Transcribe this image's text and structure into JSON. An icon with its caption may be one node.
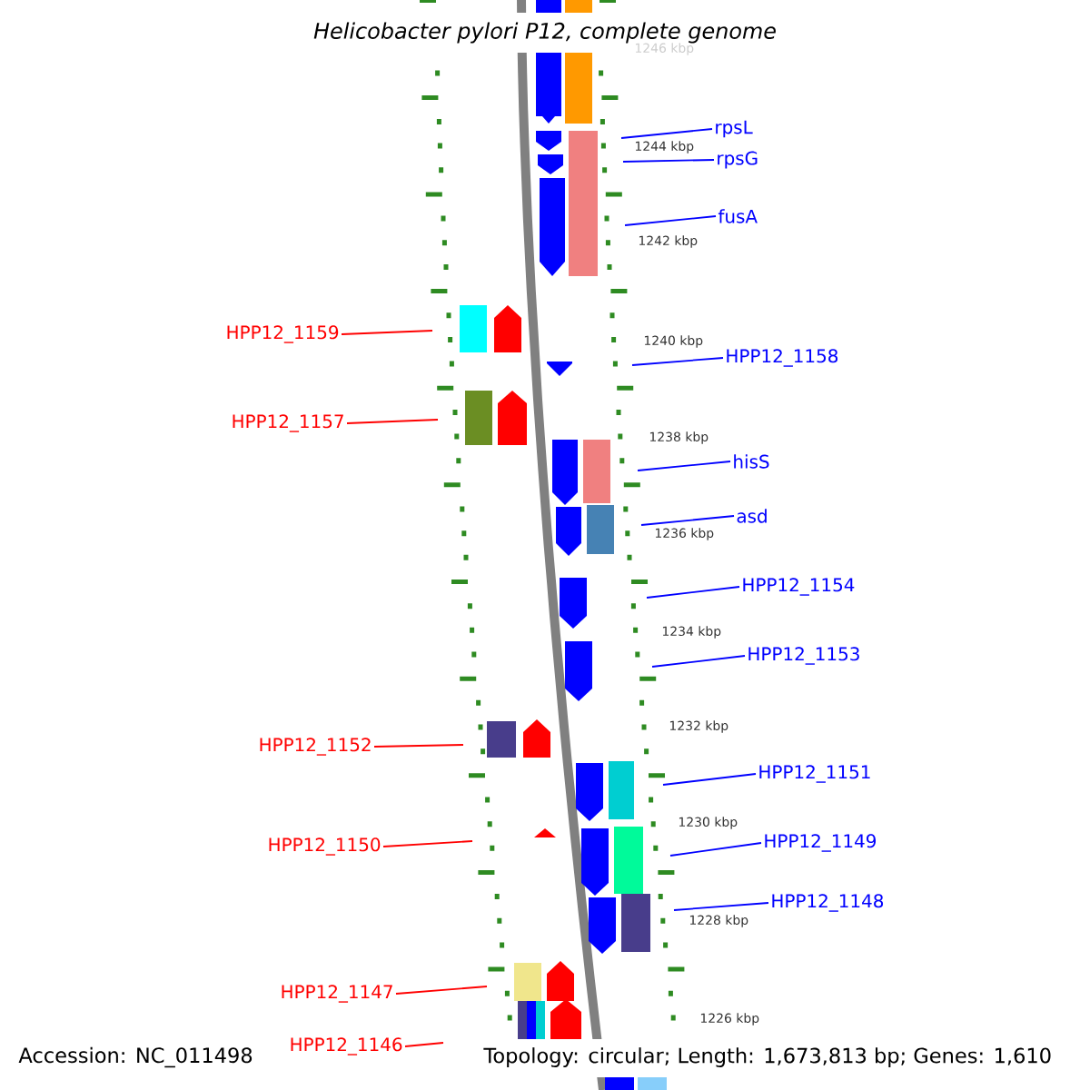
{
  "diagram": {
    "title": "Helicobacter pylori P12, complete genome",
    "nodes": [
      {
        "text": [
          "rpsL"
        ]
      },
      {
        "text": [
          "rpsG"
        ]
      },
      {
        "text": [
          "fusA"
        ]
      },
      {
        "text": [
          "HPP12_1159"
        ]
      },
      {
        "text": [
          "HPP12_1158"
        ]
      },
      {
        "text": [
          "HPP12_1157"
        ]
      },
      {
        "text": [
          "hisS"
        ]
      },
      {
        "text": [
          "asd"
        ]
      },
      {
        "text": [
          "HPP12_1154"
        ]
      },
      {
        "text": [
          "HPP12_1153"
        ]
      },
      {
        "text": [
          "HPP12_1152"
        ]
      },
      {
        "text": [
          "HPP12_1151"
        ]
      },
      {
        "text": [
          "HPP12_1150"
        ]
      },
      {
        "text": [
          "HPP12_1149"
        ]
      },
      {
        "text": [
          "HPP12_1148"
        ]
      },
      {
        "text": [
          "HPP12_1147"
        ]
      },
      {
        "text": [
          "HPP12_1146"
        ]
      }
    ],
    "edges": [
      {
        "from": 0,
        "to": null,
        "arrow": "none"
      },
      {
        "from": 1,
        "to": null,
        "arrow": "none"
      },
      {
        "from": 2,
        "to": null,
        "arrow": "none"
      },
      {
        "from": 3,
        "to": null,
        "arrow": "none",
        "color": "#ff0000"
      },
      {
        "from": 4,
        "to": null,
        "arrow": "none"
      },
      {
        "from": 5,
        "to": null,
        "arrow": "none",
        "color": "#ff0000"
      },
      {
        "from": 6,
        "to": null,
        "arrow": "none"
      },
      {
        "from": 7,
        "to": null,
        "arrow": "none"
      },
      {
        "from": 8,
        "to": null,
        "arrow": "none"
      },
      {
        "from": 9,
        "to": null,
        "arrow": "none"
      },
      {
        "from": 10,
        "to": null,
        "arrow": "none",
        "color": "#ff0000"
      },
      {
        "from": 11,
        "to": null,
        "arrow": "none"
      },
      {
        "from": 12,
        "to": null,
        "arrow": "none",
        "color": "#ff0000"
      },
      {
        "from": 13,
        "to": null,
        "arrow": "none"
      },
      {
        "from": 14,
        "to": null,
        "arrow": "none"
      },
      {
        "from": 15,
        "to": null,
        "arrow": "none",
        "color": "#ff0000"
      },
      {
        "from": 16,
        "to": null,
        "arrow": "none",
        "color": "#ff0000"
      }
    ],
    "labels": [
      "1246 kbp",
      "1244 kbp",
      "1242 kbp",
      "1240 kbp",
      "1238 kbp",
      "1236 kbp",
      "1234 kbp",
      "1232 kbp",
      "1230 kbp",
      "1228 kbp",
      "1226 kbp",
      "Accession: NC_011498",
      "Topology: circular; Length: 1,673,813 bp; Genes: 1,610"
    ]
  }
}
